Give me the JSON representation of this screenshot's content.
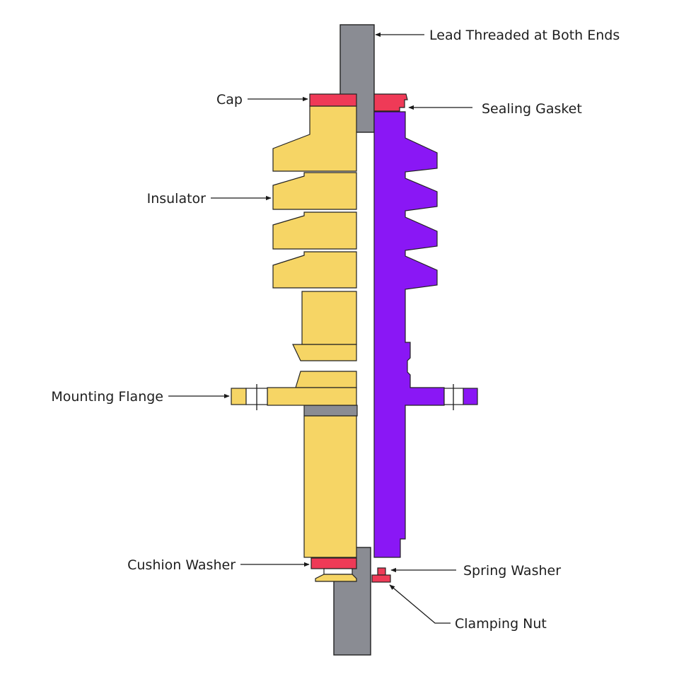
{
  "colors": {
    "lead": "#8a8c93",
    "insulator": "#f6d565",
    "insulator_section": "#8a17f5",
    "gasket": "#ef3a57",
    "outline": "#222222",
    "text": "#1e1e1e",
    "background": "#ffffff"
  },
  "labels": {
    "lead": "Lead Threaded at Both Ends",
    "cap": "Cap",
    "sealing_gasket": "Sealing Gasket",
    "insulator": "Insulator",
    "mounting_flange": "Mounting Flange",
    "cushion_washer": "Cushion Washer",
    "spring_washer": "Spring Washer",
    "clamping_nut": "Clamping Nut"
  }
}
